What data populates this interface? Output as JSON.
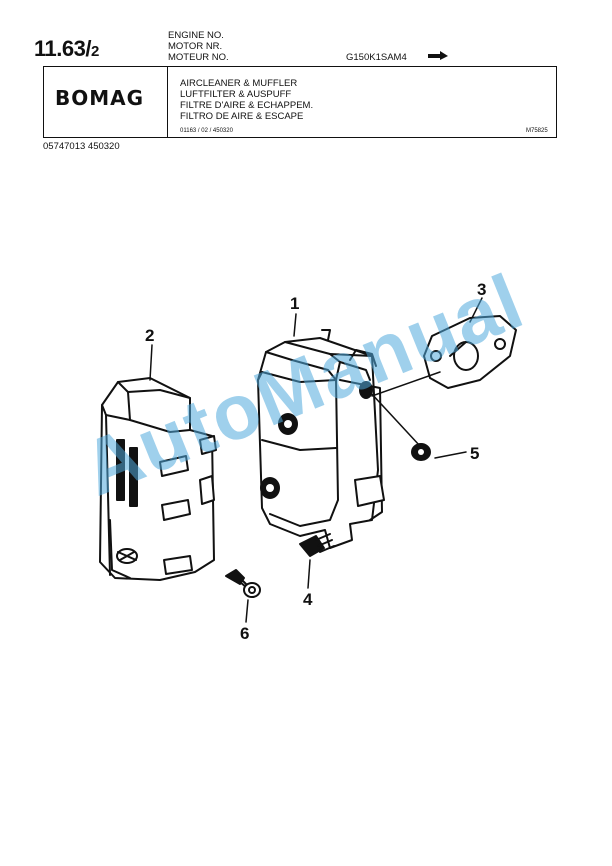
{
  "header": {
    "page_number": "11.63/",
    "page_number_sub": "2",
    "engine_labels": [
      "ENGINE NO.",
      "MOTOR  NR.",
      "MOTEUR NO."
    ],
    "engine_value": "G150K1SAM4",
    "arrow_icon": "right-arrow-icon"
  },
  "title_block": {
    "logo_text": "BOMAG",
    "titles": [
      "AIRCLEANER & MUFFLER",
      "LUFTFILTER & AUSPUFF",
      "FILTRE D'AIRE & ECHAPPEM.",
      "FILTRO DE AIRE & ESCAPE"
    ],
    "reference_left": "01163 / 02 / 450320",
    "reference_right": "M75825"
  },
  "part_number": "05747013   450320",
  "watermark": "AutoManual",
  "callouts": [
    "1",
    "2",
    "3",
    "4",
    "5",
    "6"
  ]
}
